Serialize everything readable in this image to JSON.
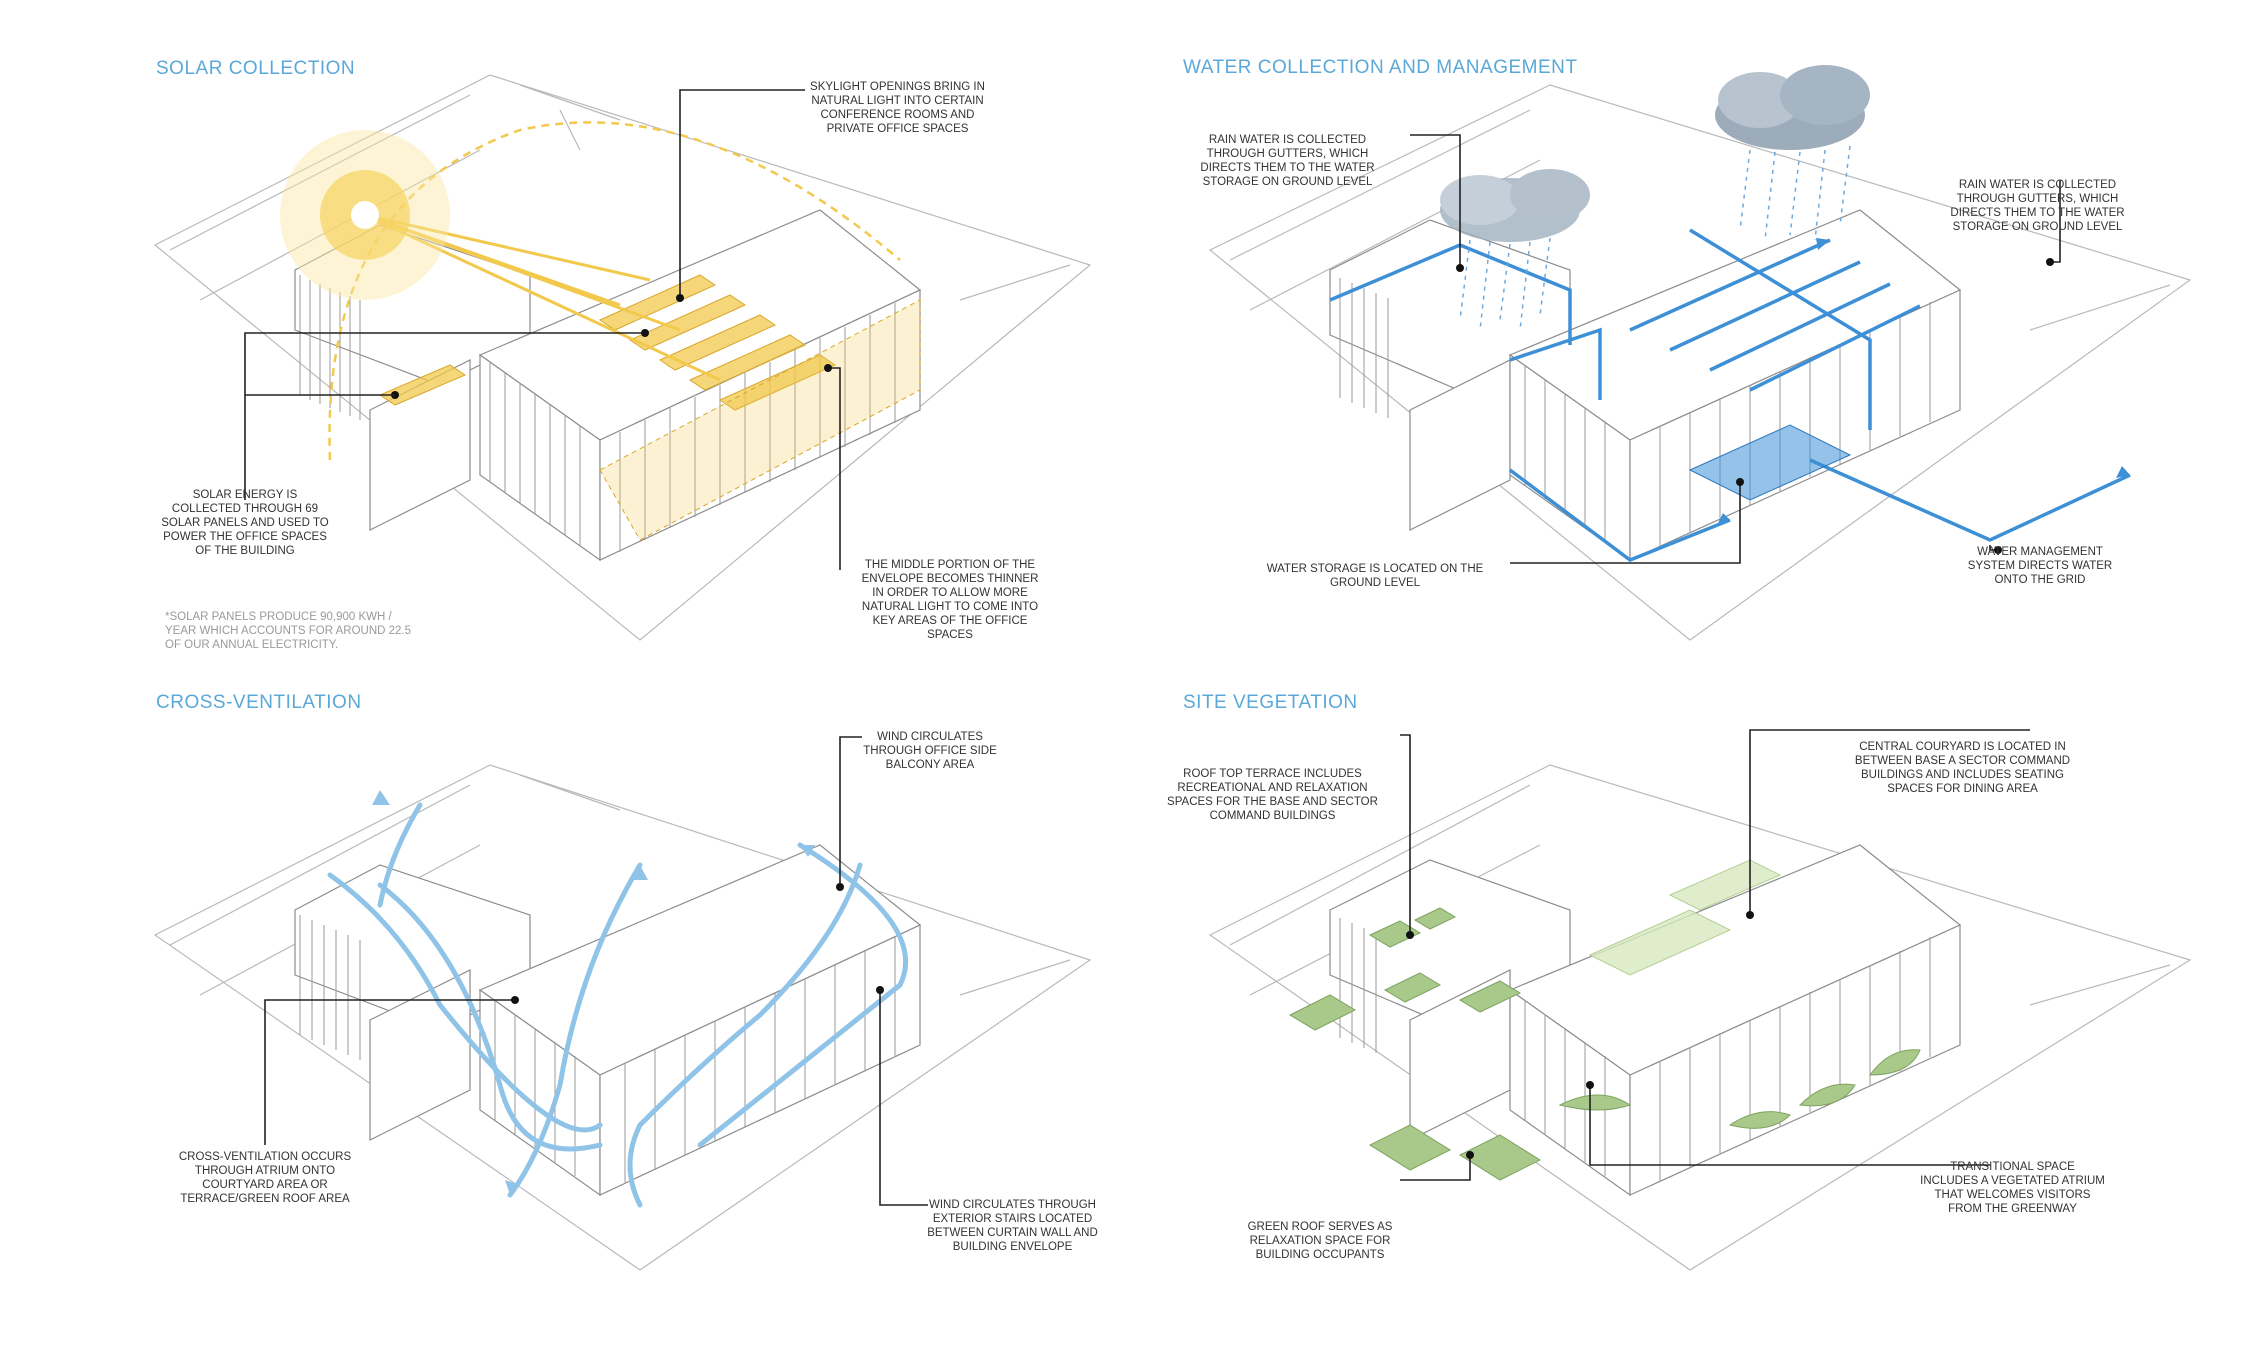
{
  "panels": {
    "solar": {
      "title": "SOLAR COLLECTION",
      "callouts": {
        "skylight": "SKYLIGHT OPENINGS BRING IN NATURAL LIGHT INTO CERTAIN CONFERENCE ROOMS AND PRIVATE OFFICE SPACES",
        "panels": "SOLAR ENERGY IS COLLECTED THROUGH 69 SOLAR PANELS AND USED TO POWER THE OFFICE SPACES OF THE BUILDING",
        "middle": "THE MIDDLE PORTION OF THE ENVELOPE BECOMES THINNER IN ORDER TO ALLOW MORE NATURAL LIGHT TO COME INTO KEY AREAS OF THE OFFICE SPACES",
        "note": "*SOLAR PANELS PRODUCE 90,900 KWH / YEAR WHICH ACCOUNTS FOR AROUND 22.5 OF OUR ANNUAL ELECTRICITY."
      }
    },
    "water": {
      "title": "WATER COLLECTION AND MANAGEMENT",
      "callouts": {
        "gutters_left": "RAIN WATER IS COLLECTED THROUGH GUTTERS, WHICH DIRECTS THEM TO THE WATER STORAGE ON GROUND LEVEL",
        "gutters_right": "RAIN WATER IS COLLECTED THROUGH GUTTERS, WHICH DIRECTS THEM TO THE WATER STORAGE ON GROUND LEVEL",
        "storage": "WATER STORAGE IS LOCATED ON THE GROUND LEVEL",
        "grid": "WATER MANAGEMENT SYSTEM DIRECTS WATER ONTO THE GRID"
      }
    },
    "ventilation": {
      "title": "CROSS-VENTILATION",
      "callouts": {
        "balcony": "WIND CIRCULATES THROUGH OFFICE SIDE BALCONY AREA",
        "atrium": "CROSS-VENTILATION OCCURS THROUGH ATRIUM ONTO COURTYARD AREA OR TERRACE/GREEN ROOF AREA",
        "stairs": "WIND CIRCULATES THROUGH EXTERIOR STAIRS LOCATED BETWEEN CURTAIN WALL AND BUILDING ENVELOPE"
      }
    },
    "vegetation": {
      "title": "SITE VEGETATION",
      "callouts": {
        "terrace": "ROOF TOP TERRACE INCLUDES RECREATIONAL AND RELAXATION SPACES FOR THE BASE AND SECTOR COMMAND BUILDINGS",
        "courtyard": "CENTRAL COURYARD IS LOCATED IN BETWEEN BASE A SECTOR COMMAND BUILDINGS AND INCLUDES SEATING SPACES FOR DINING AREA",
        "green_roof": "GREEN ROOF SERVES AS RELAXATION SPACE FOR BUILDING OCCUPANTS",
        "transitional": "TRANSITIONAL SPACE INCLUDES A VEGETATED ATRIUM THAT WELCOMES VISITORS FROM THE GREENWAY"
      }
    }
  },
  "colors": {
    "title": "#5aa8d8",
    "solar_yellow": "#f2c94c",
    "water_blue": "#3d8fd6",
    "wind_blue": "#8fc4e8",
    "vegetation_green": "#a9c98a",
    "leader": "#222222",
    "linework": "#b9b9b9"
  },
  "icons": [
    "sun-icon",
    "cloud-icon",
    "rain-icon",
    "wind-arrow-icon",
    "flow-arrow-icon"
  ]
}
